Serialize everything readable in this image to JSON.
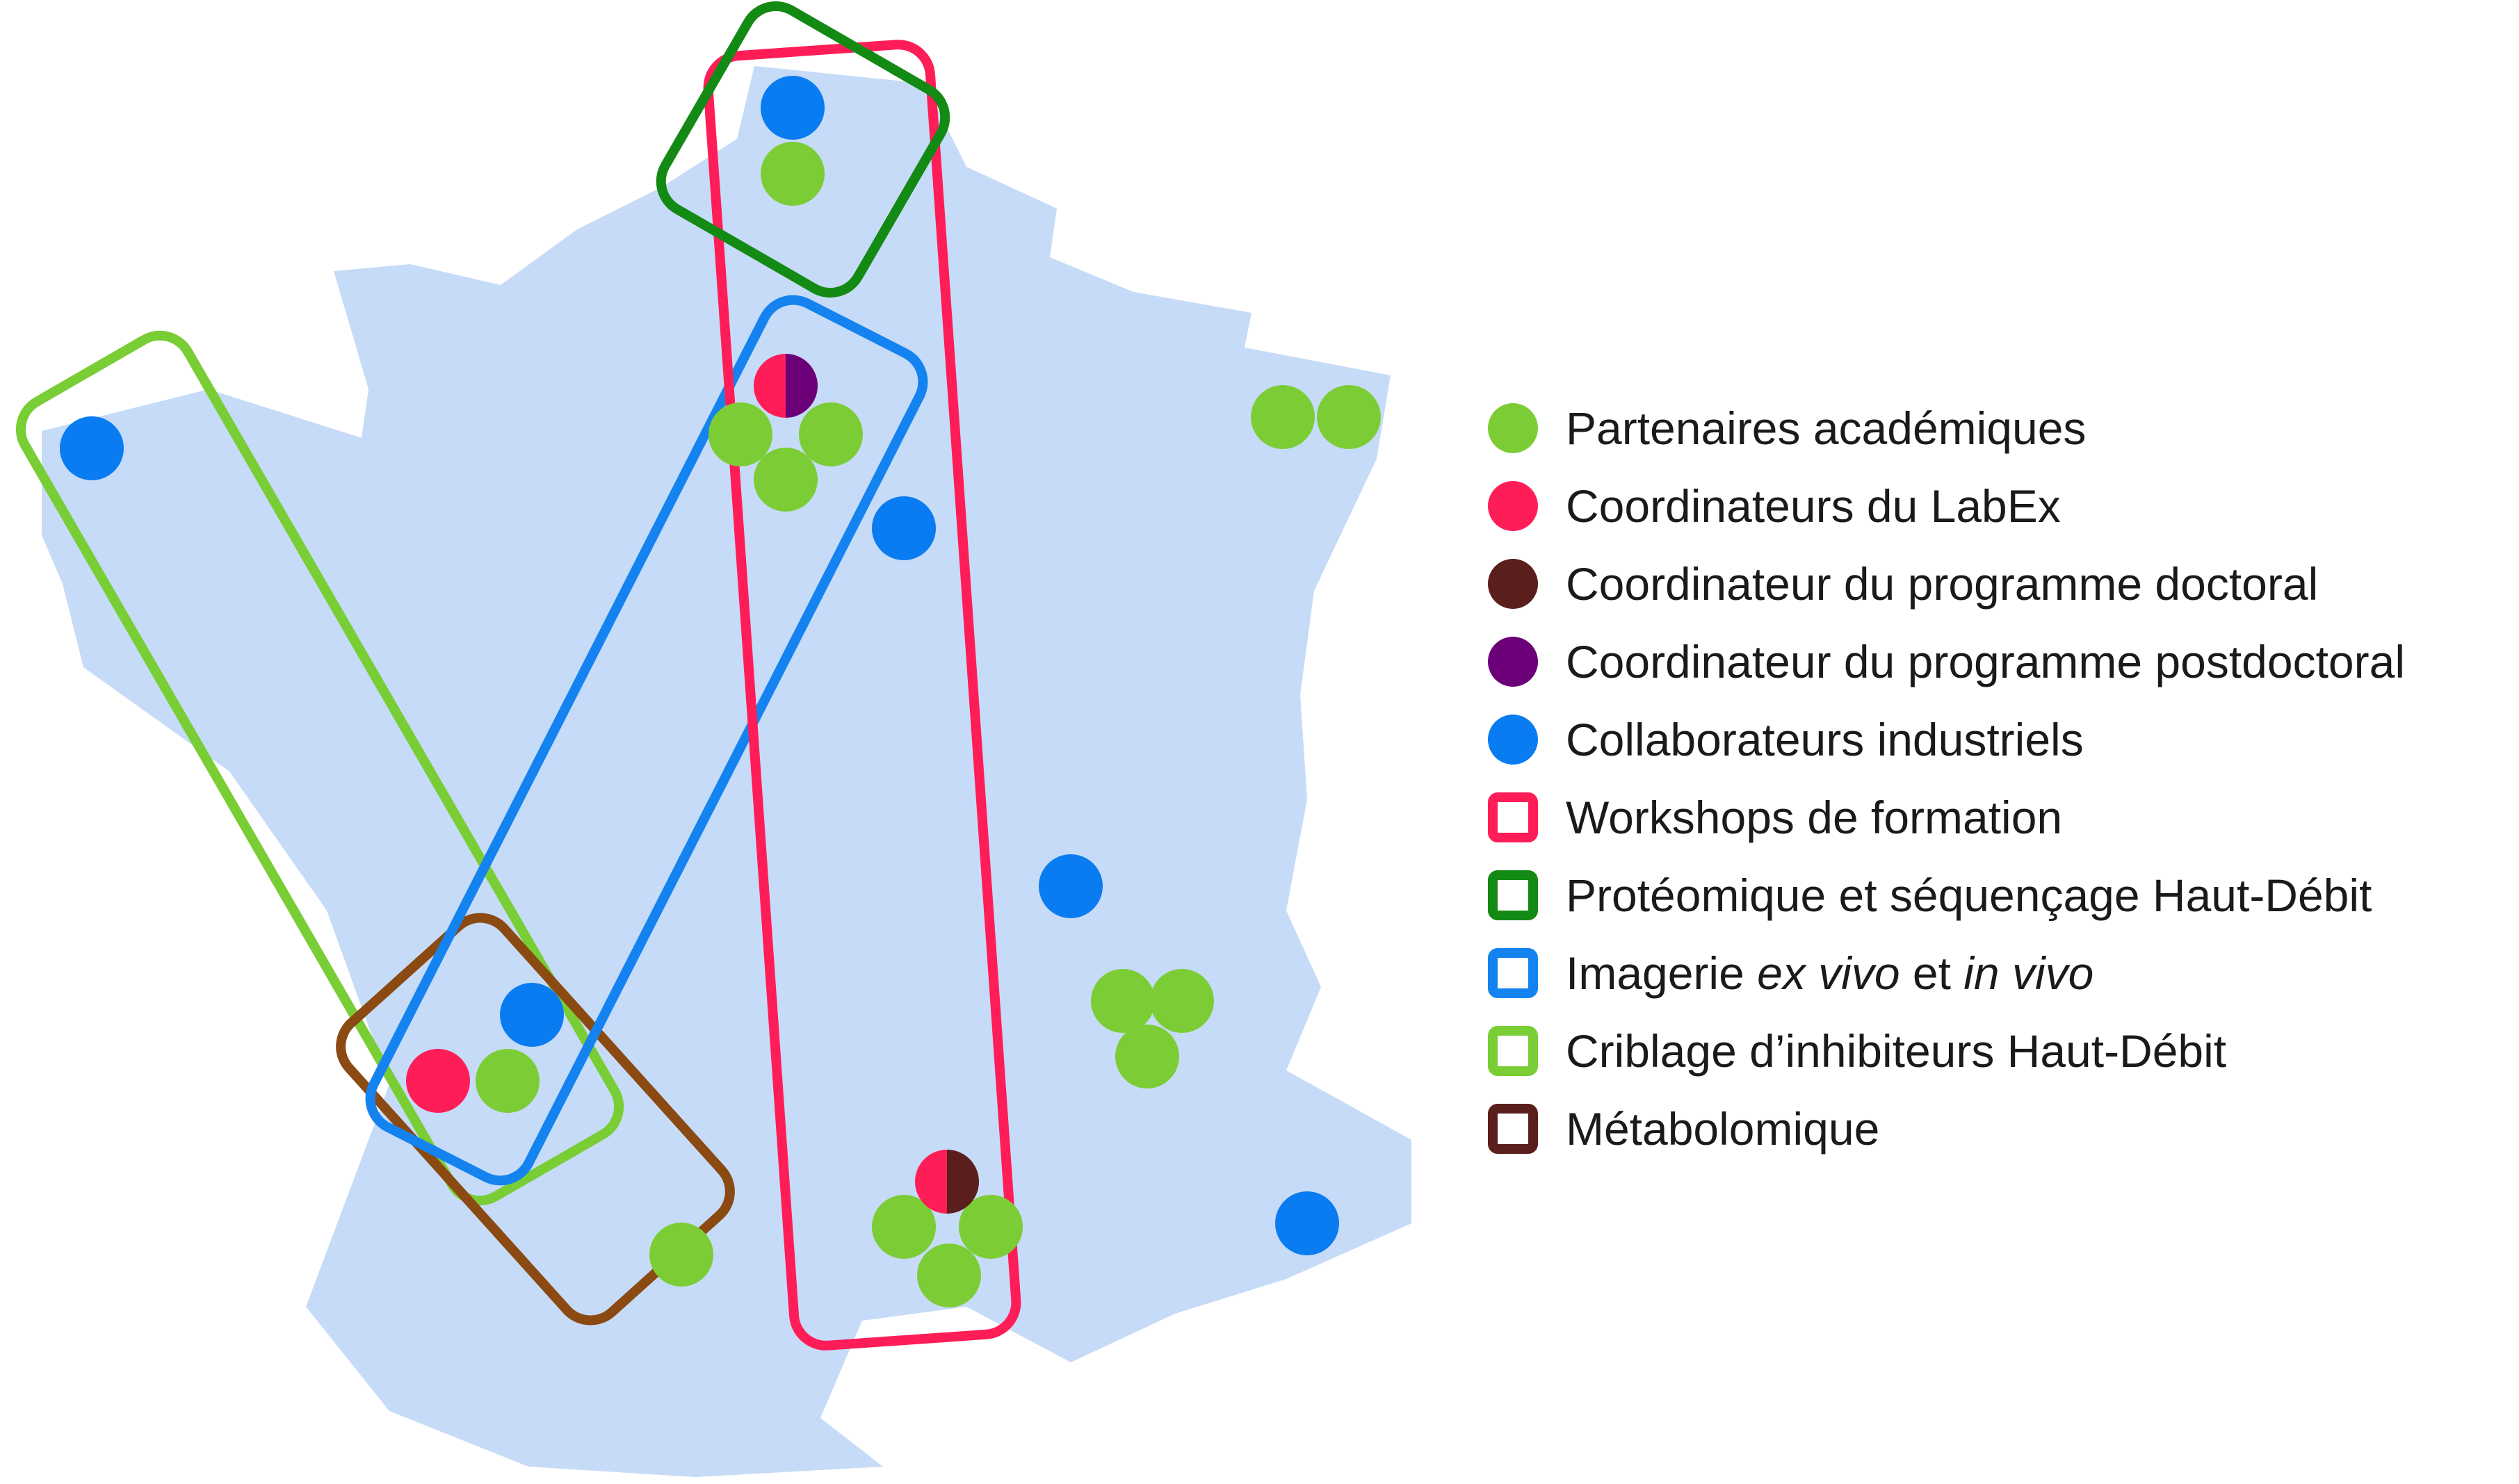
{
  "colors": {
    "map_fill": "#c6dbf7",
    "academic": "#7ccd35",
    "labex": "#ff1d58",
    "doctoral": "#5a1f1c",
    "postdoctoral": "#6b0078",
    "industrial": "#0a7cf2",
    "workshops": "#ff1d58",
    "proteomics": "#138a13",
    "imaging": "#1483f0",
    "screening": "#79cd35",
    "metabolomics": "#8a4a12"
  },
  "legend": {
    "academic": "Partenaires académiques",
    "labex": "Coordinateurs du LabEx",
    "doctoral": "Coordinateur du programme doctoral",
    "postdoctoral": "Coordinateur du programme postdoctoral",
    "industrial": "Collaborateurs industriels",
    "workshops": "Workshops de formation",
    "proteomics": "Protéomique et séquençage Haut-Débit",
    "imaging": {
      "pre": "Imagerie ",
      "em1": "ex vivo",
      "mid": " et ",
      "em2": "in vivo"
    },
    "screening": "Criblage d’inhibiteurs Haut-Débit",
    "metabolomics": "Métabolomique"
  }
}
